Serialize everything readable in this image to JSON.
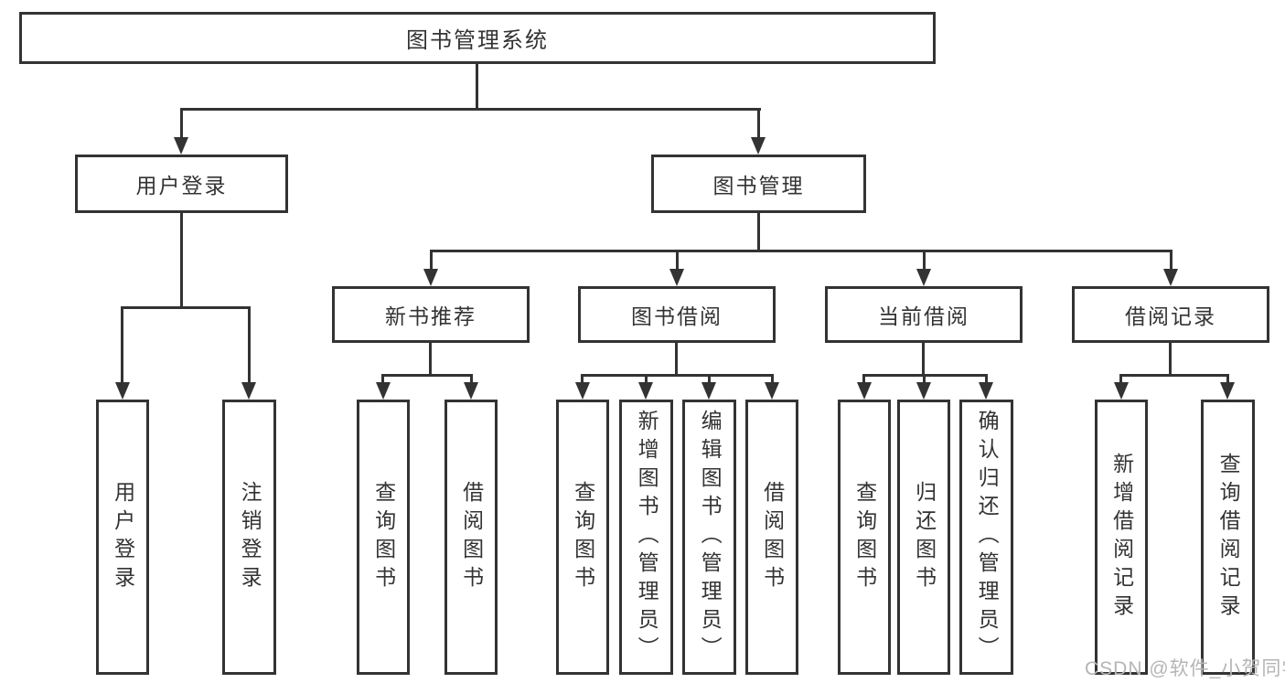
{
  "diagram": {
    "type": "tree",
    "root": "图书管理系统",
    "branches": [
      {
        "label": "用户登录",
        "children": [
          "用户登录",
          "注销登录"
        ]
      },
      {
        "label": "图书管理",
        "groups": [
          {
            "label": "新书推荐",
            "children": [
              "查询图书",
              "借阅图书"
            ]
          },
          {
            "label": "图书借阅",
            "children": [
              "查询图书",
              "新增图书（管理员）",
              "编辑图书（管理员）",
              "借阅图书"
            ]
          },
          {
            "label": "当前借阅",
            "children": [
              "查询图书",
              "归还图书",
              "确认归还（管理员）"
            ]
          },
          {
            "label": "借阅记录",
            "children": [
              "新增借阅记录",
              "查询借阅记录"
            ]
          }
        ]
      }
    ]
  },
  "watermark": "CSDN @软件_小贺同学",
  "colors": {
    "line": "#333333",
    "text": "#333333",
    "watermark": "#b5b5b5",
    "background": "#ffffff"
  }
}
